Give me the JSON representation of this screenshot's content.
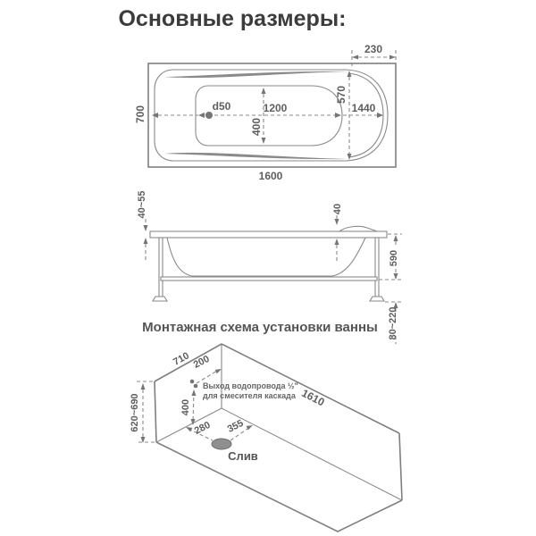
{
  "title": "Основные размеры:",
  "section2_title": "Монтажная схема установки ванны",
  "colors": {
    "line": "#7f7f7f",
    "dimension_text": "#5e5e5e",
    "title_text": "#3c3c3c"
  },
  "top_view": {
    "length_total": "1600",
    "width_total": "700",
    "head_length": "230",
    "inner_width": "570",
    "inner_length": "1440",
    "bottom_length": "1200",
    "bottom_width": "400",
    "drain_label": "d50"
  },
  "side_view": {
    "rim_thickness": "40~55",
    "headrest_height": "40",
    "body_height": "590",
    "leg_height": "80~220"
  },
  "install_view": {
    "width": "710",
    "length": "1610",
    "height": "620~690",
    "outlet_offset": "200",
    "outlet_height": "400",
    "drain_from_wall": "280",
    "drain_from_end": "355",
    "drain_label": "Слив",
    "note_line1": "Выход водопровода ½\"",
    "note_line2": "для смесителя каскада"
  }
}
